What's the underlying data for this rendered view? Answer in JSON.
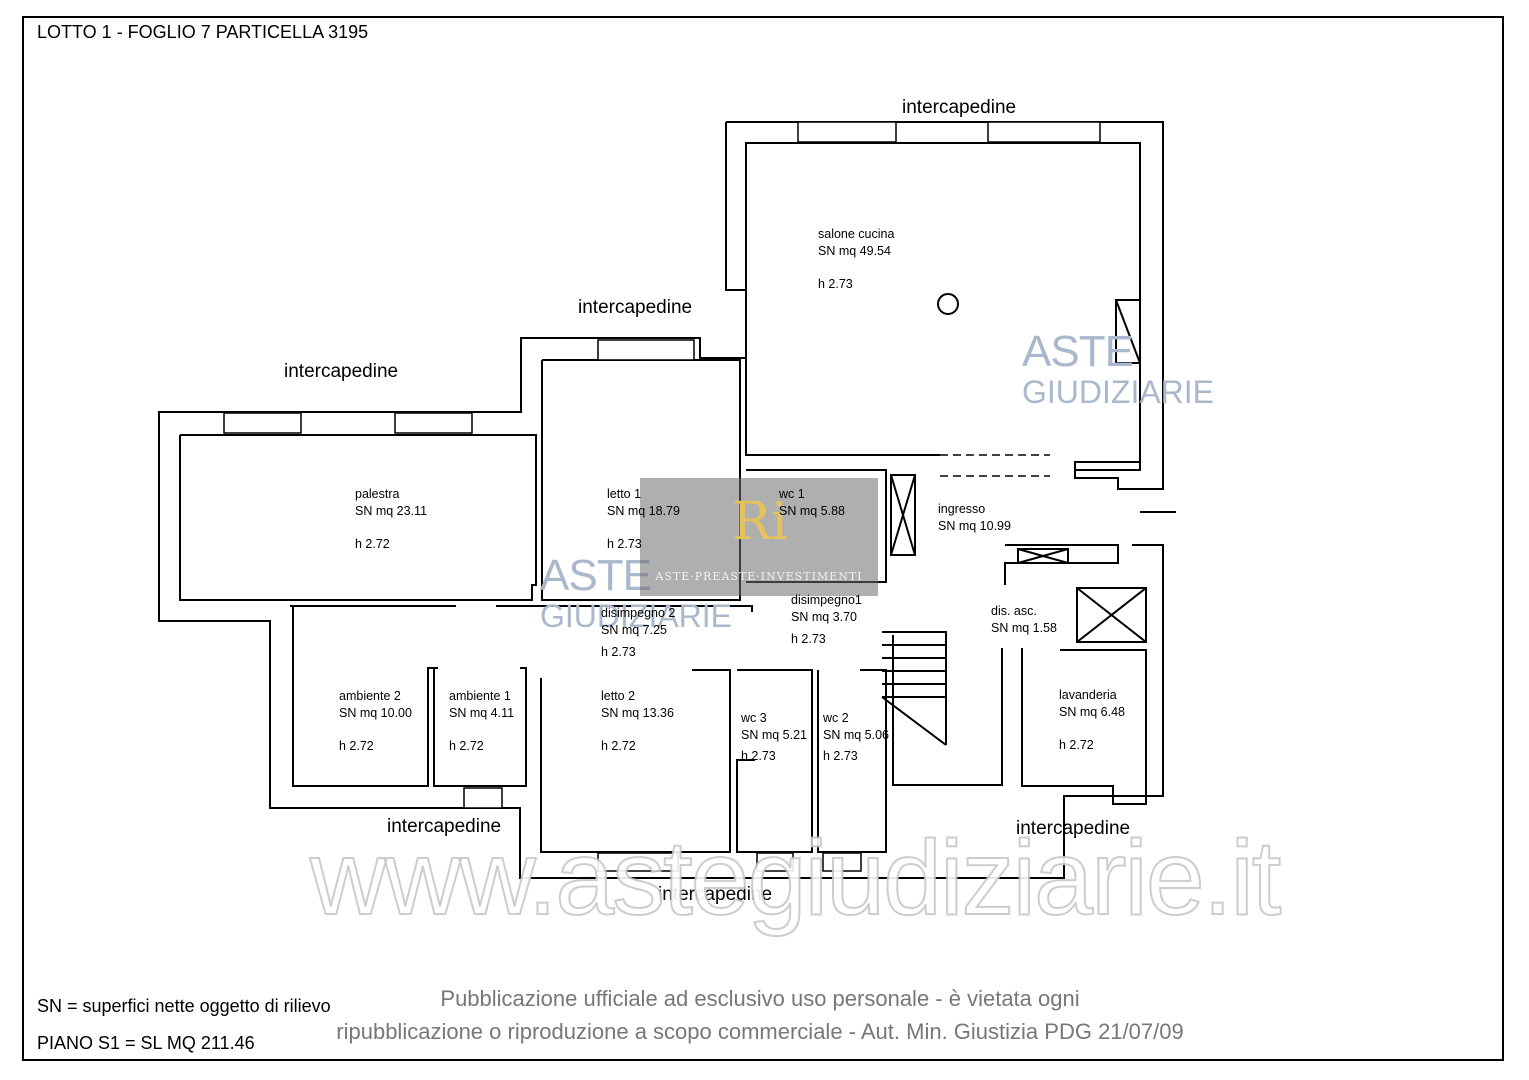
{
  "title": "LOTTO 1 - FOGLIO 7 PARTICELLA 3195",
  "legend": {
    "sn": "SN = superfici nette oggetto di rilievo",
    "piano": "PIANO S1 = SL MQ 211.46"
  },
  "notice": {
    "line1": "Pubblicazione ufficiale ad esclusivo uso personale - è vietata ogni",
    "line2": "ripubblicazione o riproduzione a scopo commerciale - Aut. Min. Giustizia PDG 21/07/09"
  },
  "watermark": {
    "site": "www.astegiudiziarie.it",
    "aste": "ASTE",
    "giudiziarie": "GIUDIZIARIE",
    "logo_text": "ASTE·PREASTE·INVESTIMENTI",
    "logo_mark": "Ri"
  },
  "exterior_label": "intercapedine",
  "rooms": [
    {
      "id": "salone",
      "name": "salone cucina",
      "area": "SN mq 49.54",
      "height": "h 2.73"
    },
    {
      "id": "palestra",
      "name": "palestra",
      "area": "SN mq 23.11",
      "height": "h 2.72"
    },
    {
      "id": "letto1",
      "name": "letto 1",
      "area": "SN mq 18.79",
      "height": "h 2.73"
    },
    {
      "id": "wc1",
      "name": "wc 1",
      "area": "SN mq 5.88",
      "height": ""
    },
    {
      "id": "ingresso",
      "name": "ingresso",
      "area": "SN mq 10.99",
      "height": ""
    },
    {
      "id": "disimpegno2",
      "name": "disimpegno 2",
      "area": "SN mq 7.25",
      "height": "h 2.73"
    },
    {
      "id": "disimpegno1",
      "name": "disimpegno1",
      "area": "SN mq 3.70",
      "height": "h 2.73"
    },
    {
      "id": "disasc",
      "name": "dis. asc.",
      "area": "SN mq 1.58",
      "height": ""
    },
    {
      "id": "ambiente2",
      "name": "ambiente 2",
      "area": "SN mq 10.00",
      "height": "h 2.72"
    },
    {
      "id": "ambiente1",
      "name": "ambiente 1",
      "area": "SN mq 4.11",
      "height": "h 2.72"
    },
    {
      "id": "letto2",
      "name": "letto 2",
      "area": "SN mq 13.36",
      "height": "h 2.72"
    },
    {
      "id": "wc3",
      "name": "wc 3",
      "area": "SN mq 5.21",
      "height": "h 2.73"
    },
    {
      "id": "wc2",
      "name": "wc 2",
      "area": "SN mq 5.06",
      "height": "h 2.73"
    },
    {
      "id": "lavanderia",
      "name": "lavanderia",
      "area": "SN mq 6.48",
      "height": "h 2.72"
    }
  ]
}
